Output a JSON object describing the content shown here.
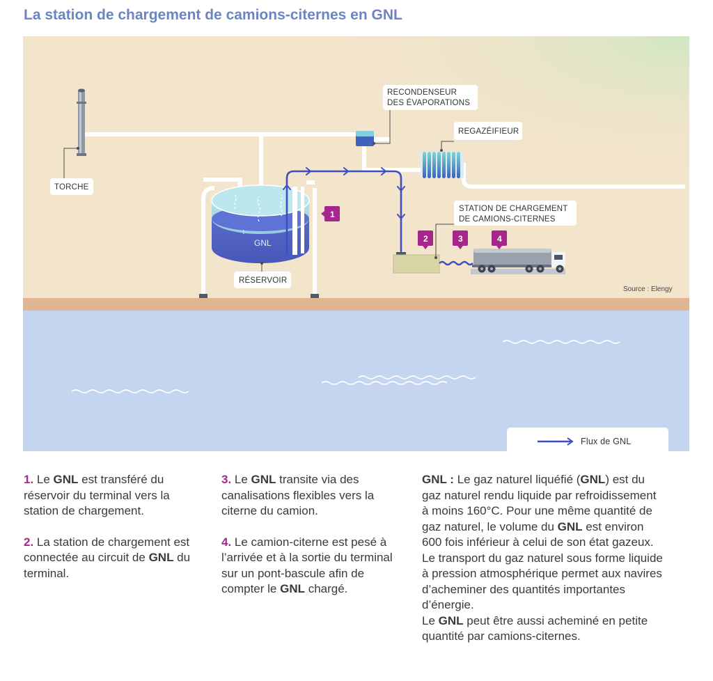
{
  "title": "La station de chargement de camions-citernes en GNL",
  "labels": {
    "recondenseur_1": "RECONDENSEUR",
    "recondenseur_2": "DES ÉVAPORATIONS",
    "regazeifieur": "REGAZÉIFIEUR",
    "torche": "TORCHE",
    "station_1": "STATION DE CHARGEMENT",
    "station_2": "DE CAMIONS-CITERNES",
    "reservoir": "RÉSERVOIR",
    "gnl": "GNL",
    "source": "Source : Elengy",
    "legend": "Flux de GNL"
  },
  "markers": [
    "1",
    "2",
    "3",
    "4"
  ],
  "colors": {
    "title": "#6b84c4",
    "land": "#f3e4cc",
    "sea": "#c5d5ef",
    "ground": "#e2b592",
    "flow": "#3d4fc0",
    "marker": "#a6268c"
  },
  "notes": {
    "n1": {
      "num": "1.",
      "a": " Le ",
      "b1": "GNL",
      "c": " est transféré du réservoir du terminal vers la station de chargement."
    },
    "n2": {
      "num": "2.",
      "a": " La station de chargement est connectée au circuit de ",
      "b1": "GNL",
      "c": " du terminal."
    },
    "n3": {
      "num": "3.",
      "a": " Le ",
      "b1": "GNL",
      "c": " transite via des canalisations flexibles vers la citerne du camion."
    },
    "n4": {
      "num": "4.",
      "a": " Le camion-citerne est pesé à l’arrivée et à la sortie du terminal sur un pont-bascule afin de compter le ",
      "b1": "GNL",
      "c": " chargé."
    }
  },
  "gnl_def": {
    "term": "GNL :",
    "t1": " Le gaz naturel liquéfié (",
    "b1": "GNL",
    "t2": ") est du gaz naturel rendu liquide par refroidissement à moins 160°C. Pour une même quantité de gaz naturel, le volume du ",
    "b2": "GNL",
    "t3": " est environ 600 fois inférieur à celui de son état gazeux. Le transport du gaz naturel sous forme liquide à pression atmosphérique permet aux navires d’acheminer des quantités importantes d’énergie.",
    "t4": "Le ",
    "b3": "GNL",
    "t5": " peut être aussi acheminé en petite quantité par camions-citernes."
  }
}
